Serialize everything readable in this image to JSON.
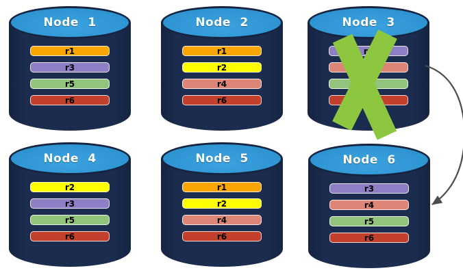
{
  "diagram": {
    "background": "#FFFFFF",
    "nodes": [
      {
        "label": "Node 1",
        "failed": false,
        "replicas": [
          "r1",
          "r3",
          "r5",
          "r6"
        ]
      },
      {
        "label": "Node 2",
        "failed": false,
        "replicas": [
          "r1",
          "r2",
          "r4",
          "r6"
        ]
      },
      {
        "label": "Node 3",
        "failed": true,
        "replicas": [
          "r3",
          "r4",
          "r5",
          "r6"
        ]
      },
      {
        "label": "Node 4",
        "failed": false,
        "replicas": [
          "r2",
          "r3",
          "r5",
          "r6"
        ]
      },
      {
        "label": "Node 5",
        "failed": false,
        "replicas": [
          "r1",
          "r2",
          "r4",
          "r6"
        ]
      },
      {
        "label": "Node 6",
        "failed": false,
        "replicas": [
          "r3",
          "r4",
          "r5",
          "r6"
        ]
      }
    ],
    "replica_colors": {
      "r1": "#F9A602",
      "r2": "#FEFE00",
      "r3": "#8D7EC6",
      "r4": "#DD8677",
      "r5": "#93C47D",
      "r6": "#C3402C"
    },
    "node_colors": {
      "body": "#1C2C4F",
      "top": "#2F96D3",
      "top_border": "#152441",
      "title_text": "#FFFFFF",
      "bar_text": "#000000"
    },
    "failure_marker": {
      "icon": "x-cross",
      "color": "#8DC63F",
      "on_node": "Node 3"
    },
    "arrow": {
      "from": "Node 3",
      "to": "Node 6",
      "color": "#4D4D4D"
    }
  }
}
